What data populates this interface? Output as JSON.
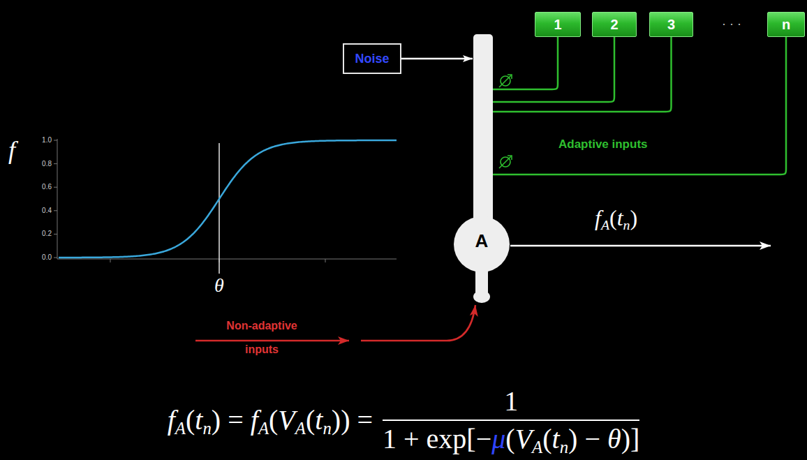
{
  "diagram": {
    "nodes": [
      {
        "text": [
          "1"
        ]
      },
      {
        "text": [
          "2"
        ]
      },
      {
        "text": [
          "3"
        ]
      },
      {
        "text": [
          "n"
        ]
      },
      {
        "text": [
          "Noise"
        ]
      },
      {
        "text": [
          "A"
        ]
      }
    ],
    "edges": [
      {
        "from": 0,
        "to": 5,
        "arrow": "none"
      },
      {
        "from": 1,
        "to": 5,
        "arrow": "none"
      },
      {
        "from": 2,
        "to": 5,
        "arrow": "none"
      },
      {
        "from": 3,
        "to": 5,
        "arrow": "none"
      },
      {
        "from": 4,
        "to": 5,
        "arrow": "to"
      }
    ],
    "labels": [
      "1.0",
      "0.8",
      "0.6",
      "0.4",
      "0.2",
      "0.0",
      "f",
      "θ",
      "Adaptive inputs",
      "fA(tn)",
      "Non-adaptive inputs",
      "· · ·",
      "fA(tn) = fA(VA(tn)) =",
      "1",
      "1 + exp[−μ(VA(tn) − θ)]"
    ]
  }
}
